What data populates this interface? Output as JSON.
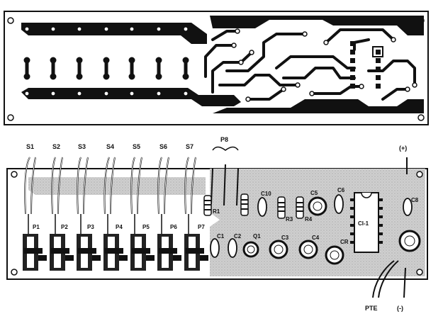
{
  "switch_labels": [
    "S1",
    "S2",
    "S3",
    "S4",
    "S5",
    "S6",
    "S7"
  ],
  "pot_labels": [
    "P1",
    "P2",
    "P3",
    "P4",
    "P5",
    "P6",
    "P7"
  ],
  "p8_label": "P8",
  "capacitor_labels": [
    "C1",
    "C2",
    "C3",
    "C4",
    "C5",
    "C6",
    "C8",
    "C10"
  ],
  "resistor_labels": [
    "R1",
    "R3",
    "R4"
  ],
  "other_labels": {
    "q1": "Q1",
    "ci1": "CI-1",
    "cr": "CR",
    "plus": "(+)",
    "minus": "(-)",
    "pte": "PTE"
  },
  "colors": {
    "copper": "#111111",
    "board": "#ffffff",
    "silk_screen": "#d8d8d8"
  }
}
